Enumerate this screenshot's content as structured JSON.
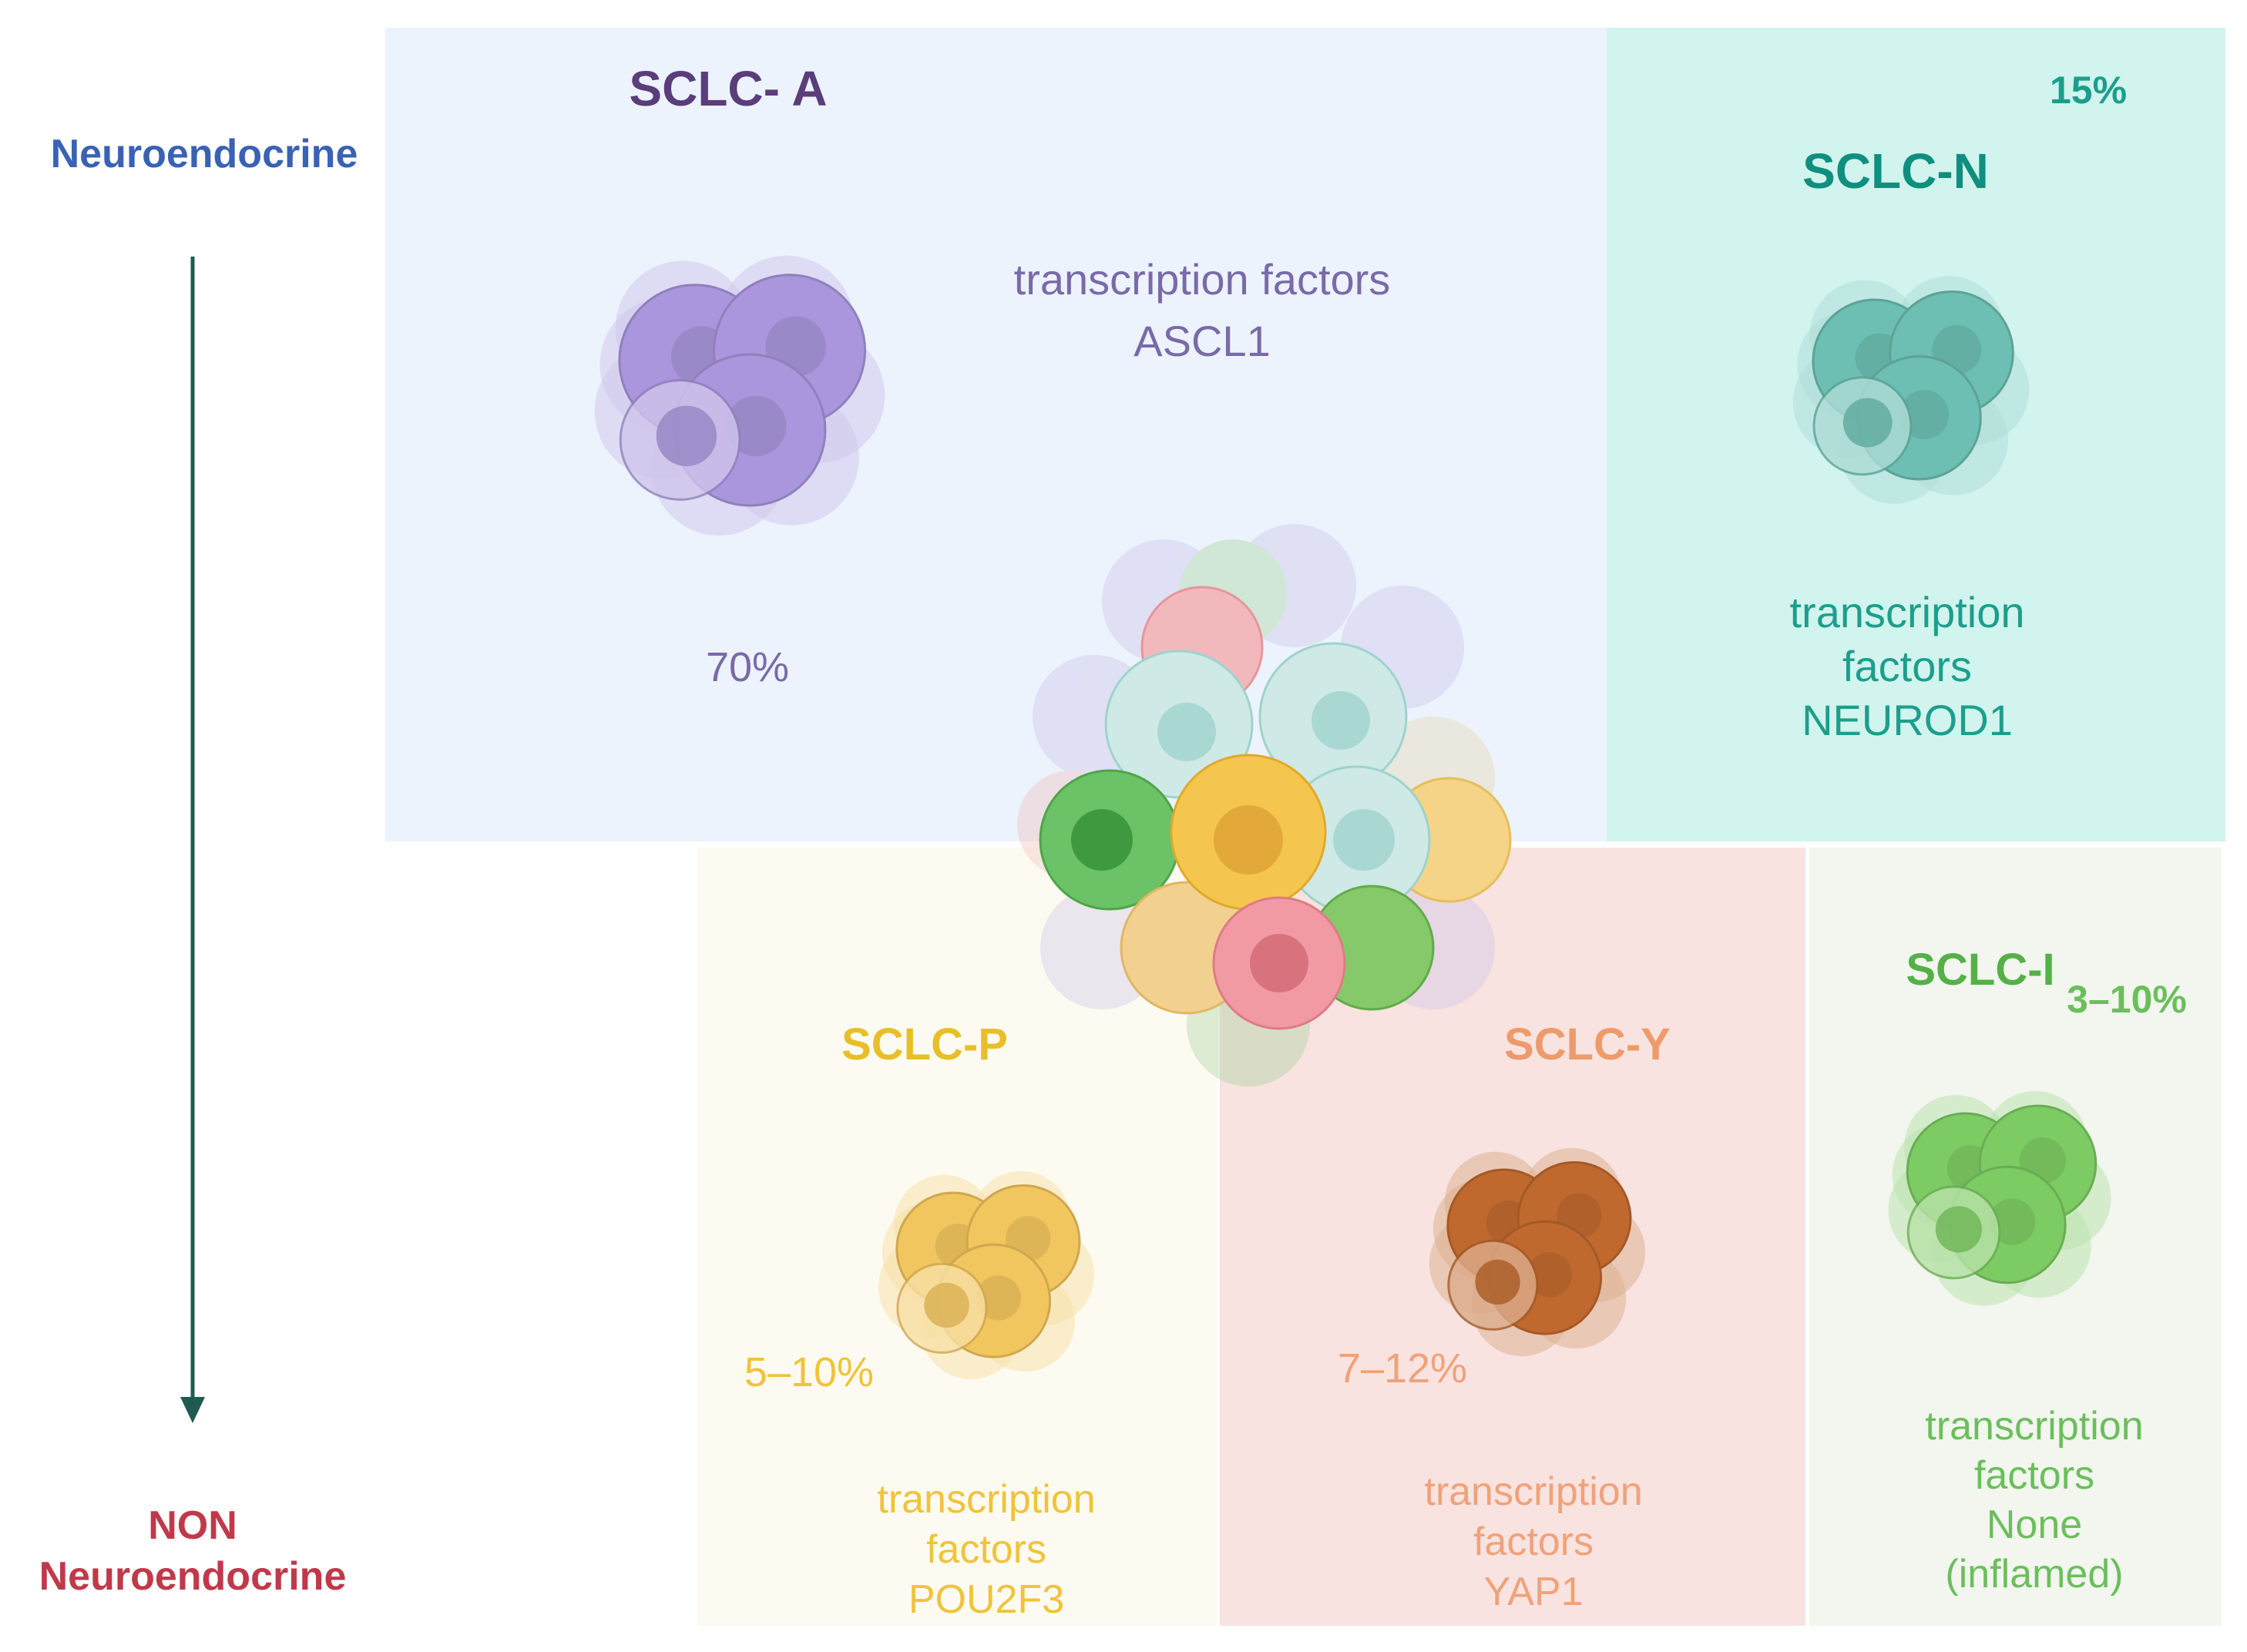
{
  "axis": {
    "top_label": "Neuroendocrine",
    "bottom_label_line1": "NON",
    "bottom_label_line2": "Neuroendocrine",
    "top_color": "#3a62b4",
    "bottom_color": "#c0394a",
    "arrow_color": "#1f5a52"
  },
  "subtypes": {
    "a": {
      "title": "SCLC- A",
      "percent": "70%",
      "tf_line1": "transcription factors",
      "tf_line2": "ASCL1",
      "title_color": "#5a3d7a",
      "text_color": "#7a6aa8",
      "bg": "#ecf3fc",
      "cell": "#a996dc"
    },
    "n": {
      "title": "SCLC-N",
      "percent": "15%",
      "tf_line1": "transcription",
      "tf_line2": "factors",
      "tf_line3": "NEUROD1",
      "title_color": "#0f8f80",
      "text_color": "#1d9e8c",
      "bg": "#d2f4ee",
      "cell": "#6cbfb2"
    },
    "p": {
      "title": "SCLC-P",
      "percent": "5–10%",
      "tf_line1": "transcription",
      "tf_line2": "factors",
      "tf_line3": "POU2F3",
      "title_color": "#e8bf2a",
      "text_color": "#f0c33a",
      "bg": "#fdfbf1",
      "cell": "#f2c65e"
    },
    "y": {
      "title": "SCLC-Y",
      "percent": "7–12%",
      "tf_line1": "transcription",
      "tf_line2": "factors",
      "tf_line3": "YAP1",
      "title_color": "#ee9a6a",
      "text_color": "#f0a27a",
      "bg": "#f8e3e0",
      "cell": "#c0692e"
    },
    "i": {
      "title": "SCLC-I",
      "percent": "3–10%",
      "tf_line1": "transcription",
      "tf_line2": "factors",
      "tf_line3": "None",
      "tf_line4": "(inflamed)",
      "title_color": "#55b048",
      "text_color": "#6bbf5b",
      "bg": "#f2f6ef",
      "cell": "#7dcb63"
    }
  }
}
